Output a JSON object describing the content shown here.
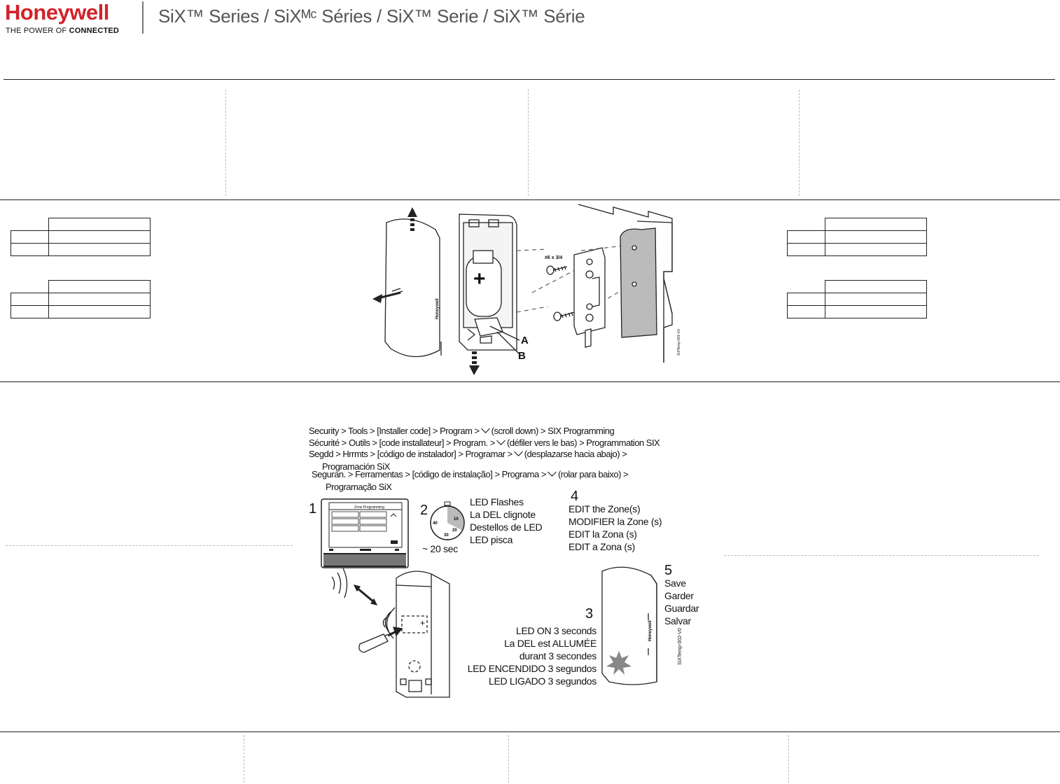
{
  "header": {
    "logo": "Honeywell",
    "tagline_prefix": "THE POWER OF ",
    "tagline_bold": "CONNECTED",
    "title": "SiX™ Series / SiXᴹᶜ Séries / SiX™ Serie / SiX™ Série",
    "brand_color": "#d2232a"
  },
  "figure1": {
    "screw_label": "#6 x 3/4",
    "callout_a": "A",
    "callout_b": "B",
    "plus_symbol": "+",
    "device_brand": "Honeywell",
    "figure_code": "SiXTemp-001-V0"
  },
  "figure2": {
    "nav_lines": [
      "Security > Tools > [Installer code] > Program >",
      "(scroll down) > SIX Programming",
      "Sécurité > Outils > [code installateur] > Program. >",
      "(défiler vers le bas) > Programmation SIX",
      "Segdd > Hrrmts > [código de instalador] > Programar >",
      "(desplazarse hacia abajo) >",
      "Programación SiX",
      "Seguran. > Ferramentas > [código de instalação] > Programa >",
      "(rolar para baixo) >",
      "Programação SiX"
    ],
    "step1": "1",
    "step2": "2",
    "step3": "3",
    "step4": "4",
    "step5": "5",
    "led_flashes": [
      "LED Flashes",
      "La DEL clignote",
      "Destellos de LED",
      "LED pisca"
    ],
    "timer_label": "~ 20 sec",
    "timer_ticks": [
      "10",
      "20",
      "30",
      "40"
    ],
    "edit_zone": [
      "EDIT the Zone(s)",
      "MODIFIER la Zone (s)",
      "EDIT la Zona (s)",
      "EDIT a Zona (s)"
    ],
    "save": [
      "Save",
      "Garder",
      "Guardar",
      "Salvar"
    ],
    "led_on": [
      "LED ON 3 seconds",
      "La DEL est ALLUMÉE",
      "durant 3 secondes",
      "LED ENCENDIDO 3 segundos",
      "LED LIGADO 3 segundos"
    ],
    "figure_code": "SiXTemp-002-V0",
    "screen_title": "Zone Programming",
    "device_brand": "Honeywell"
  }
}
